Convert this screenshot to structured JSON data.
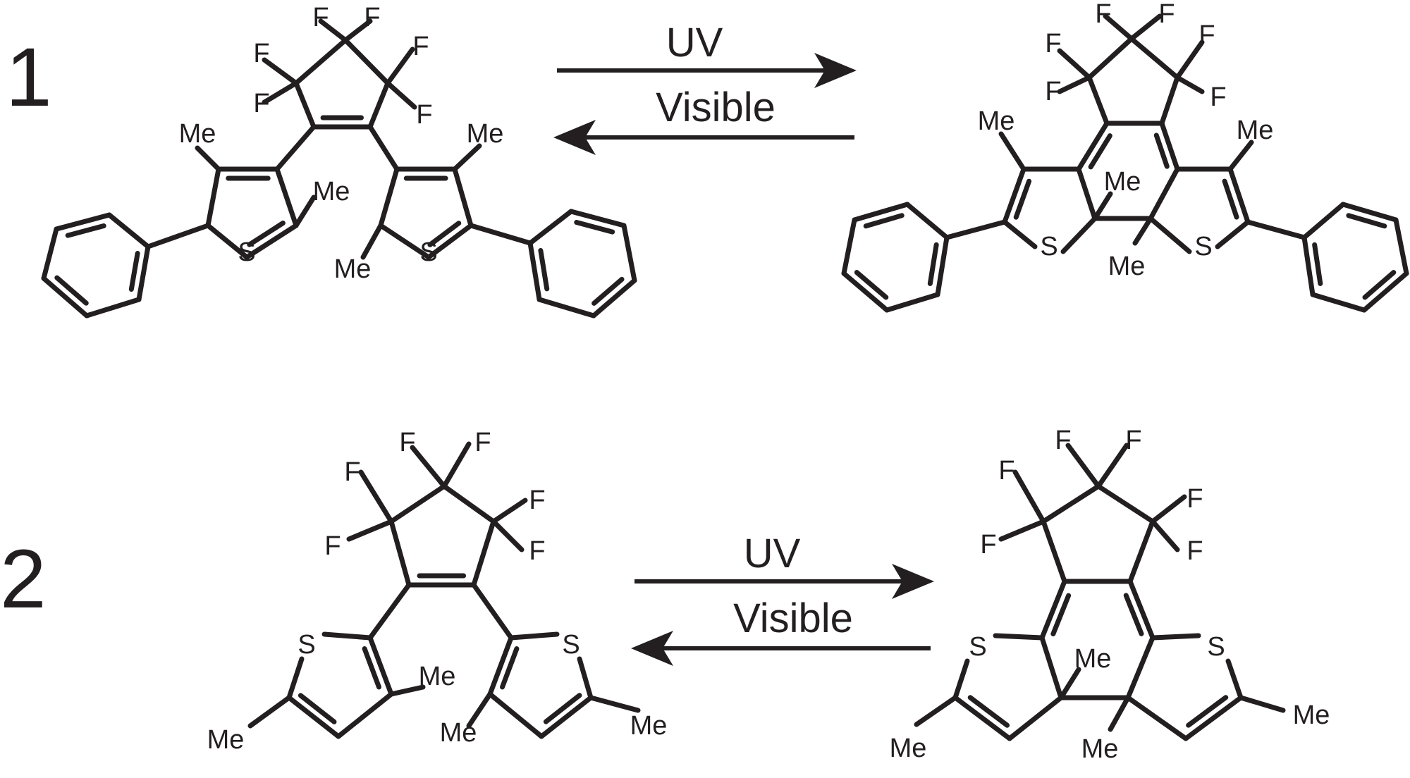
{
  "schemes": [
    {
      "number": "1",
      "forward_label": "UV",
      "backward_label": "Visible"
    },
    {
      "number": "2",
      "forward_label": "UV",
      "backward_label": "Visible"
    }
  ],
  "atom_labels": {
    "fluorine": "F",
    "sulfur": "S",
    "methyl": "Me"
  },
  "colors": {
    "ink": "#231f20",
    "background": "#ffffff"
  }
}
